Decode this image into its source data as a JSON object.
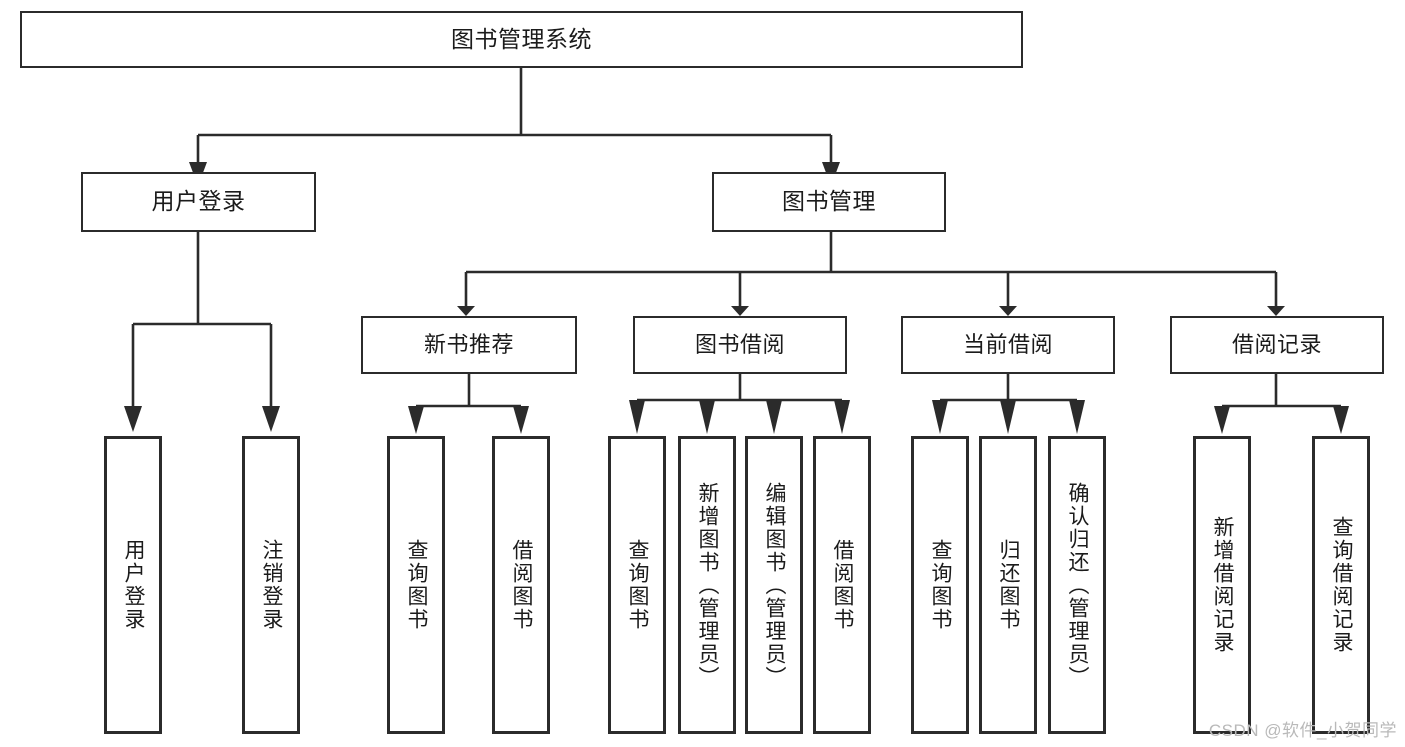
{
  "diagram": {
    "title": "图书管理系统",
    "watermark": "CSDN @软件_小贺同学",
    "root": {
      "label": "图书管理系统"
    },
    "level1": [
      {
        "label": "用户登录"
      },
      {
        "label": "图书管理"
      }
    ],
    "level2": [
      {
        "label": "新书推荐"
      },
      {
        "label": "图书借阅"
      },
      {
        "label": "当前借阅"
      },
      {
        "label": "借阅记录"
      }
    ],
    "leaves": {
      "user_login": [
        {
          "label": "用户登录"
        },
        {
          "label": "注销登录"
        }
      ],
      "new_book": [
        {
          "label": "查询图书"
        },
        {
          "label": "借阅图书"
        }
      ],
      "book_borrow": [
        {
          "label": "查询图书"
        },
        {
          "label": "新增图书（管理员）"
        },
        {
          "label": "编辑图书（管理员）"
        },
        {
          "label": "借阅图书"
        }
      ],
      "current_borrow": [
        {
          "label": "查询图书"
        },
        {
          "label": "归还图书"
        },
        {
          "label": "确认归还（管理员）"
        }
      ],
      "borrow_record": [
        {
          "label": "新增借阅记录"
        },
        {
          "label": "查询借阅记录"
        }
      ]
    },
    "colors": {
      "stroke": "#2b2b2b",
      "fill": "#ffffff",
      "text": "#1b1b1b",
      "watermark": "#b9b9b9"
    }
  }
}
